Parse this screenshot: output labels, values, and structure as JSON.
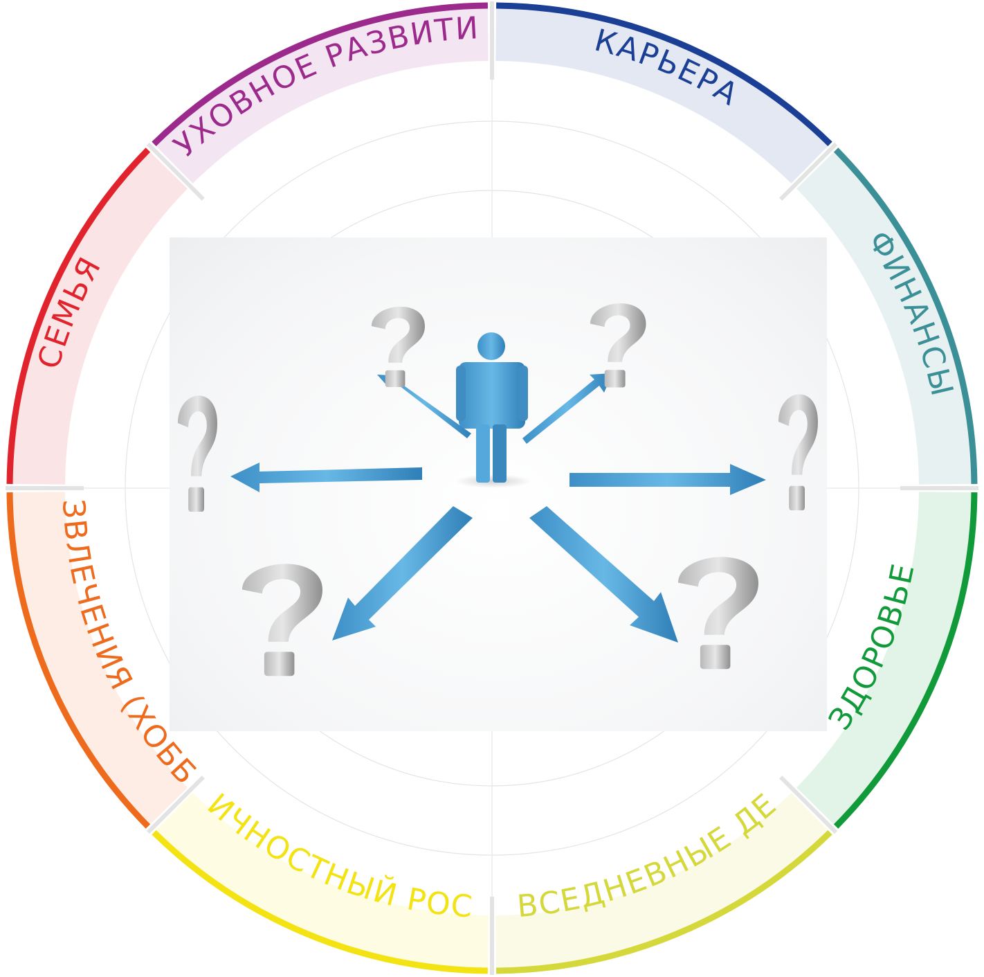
{
  "wheel": {
    "segments": [
      {
        "label": "КАРЬЕРА",
        "color": "#1b3f94"
      },
      {
        "label": "ФИНАНСЫ",
        "color": "#3b8f96"
      },
      {
        "label": "ЗДОРОВЬЕ",
        "color": "#119a3a"
      },
      {
        "label": "ПОВСЕДНЕВНЫЕ ДЕЛА",
        "color": "#d5d83a"
      },
      {
        "label": "ЛИЧНОСТНЫЙ РОСТ",
        "color": "#f4e312"
      },
      {
        "label": "РАЗВЛЕЧЕНИЯ (ХОББИ)",
        "color": "#ee6b1e"
      },
      {
        "label": "СЕМЬЯ",
        "color": "#e1232d"
      },
      {
        "label": "ДУХОВНОЕ РАЗВИТИЕ",
        "color": "#9c2a8c"
      }
    ]
  },
  "center_image": {
    "figure_color": "#4aa3d8",
    "question_mark_color": "#9a9a9a",
    "question_mark_count": 6,
    "arrow_count": 6
  }
}
